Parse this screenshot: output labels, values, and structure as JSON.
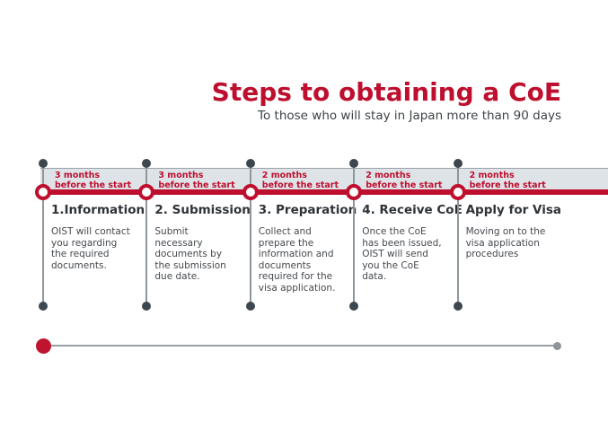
{
  "header": {
    "title": "Steps to obtaining a CoE",
    "subtitle": "To those who will stay in Japan more than 90 days"
  },
  "steps": [
    {
      "timing_months": "3 months",
      "timing_rest": "before the start",
      "title": "1.Information",
      "description": "OIST will contact you regarding the required documents."
    },
    {
      "timing_months": "3 months",
      "timing_rest": "before the start",
      "title": "2. Submission",
      "description": "Submit necessary documents by the submission due date."
    },
    {
      "timing_months": "2 months",
      "timing_rest": "before the start",
      "title": "3. Preparation",
      "description": "Collect and prepare the information and documents required for the visa application."
    },
    {
      "timing_months": "2 months",
      "timing_rest": "before the start",
      "title": "4. Receive CoE",
      "description": "Once the CoE has been issued, OIST will send you the CoE data."
    },
    {
      "timing_months": "2 months",
      "timing_rest": "before the start",
      "title": "Apply for Visa",
      "description": "Moving on to the visa application procedures"
    }
  ],
  "colors": {
    "accent_red": "#be0f2e",
    "banner_background": "#dee3e8",
    "banner_border": "#9aa2a9",
    "dark_dot": "#3d4750",
    "line_gray": "#8e979d",
    "heading_text": "#2e3338",
    "body_text": "#45494e"
  }
}
